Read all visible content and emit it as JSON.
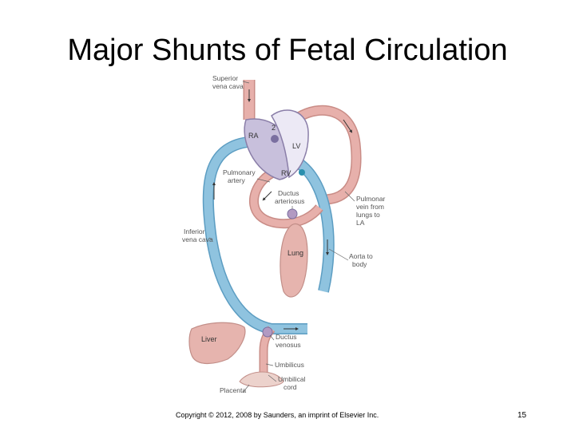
{
  "slide": {
    "title": "Major Shunts of Fetal Circulation",
    "copyright": "Copyright © 2012, 2008 by Saunders, an imprint of Elsevier Inc.",
    "page_number": "15"
  },
  "diagram": {
    "labels": {
      "superior_vena_cava": [
        "Superior",
        "vena cava"
      ],
      "pulmonary_artery": [
        "Pulmonary",
        "artery"
      ],
      "ductus_arteriosus": [
        "Ductus",
        "arteriosus"
      ],
      "pulmonary_vein": [
        "Pulmonar",
        "vein from",
        "lungs to",
        "LA"
      ],
      "inferior_vena_cava": [
        "Inferior",
        "vena cava"
      ],
      "aorta": [
        "Aorta to",
        "body"
      ],
      "ductus_venosus": [
        "Ductus",
        "venosus"
      ],
      "umbilicus": [
        "Umbilicus"
      ],
      "umbilical_cord": [
        "Umbilical",
        "cord"
      ],
      "placenta": [
        "Placenta"
      ]
    },
    "chamber_labels": {
      "ra": "RA",
      "lv": "LV",
      "rv": "RV",
      "la": "2"
    },
    "organ_labels": {
      "lung": "Lung",
      "liver": "Liver"
    },
    "colors": {
      "artery": "#e7b0ab",
      "artery_stroke": "#c98c86",
      "vein": "#8fc3df",
      "vein_stroke": "#5c9dc2",
      "heart_left": "#ece9f5",
      "heart_right": "#c8c0dc",
      "heart_stroke": "#8a7ea8",
      "organ": "#e6b4ae",
      "organ_stroke": "#c28e88"
    }
  }
}
